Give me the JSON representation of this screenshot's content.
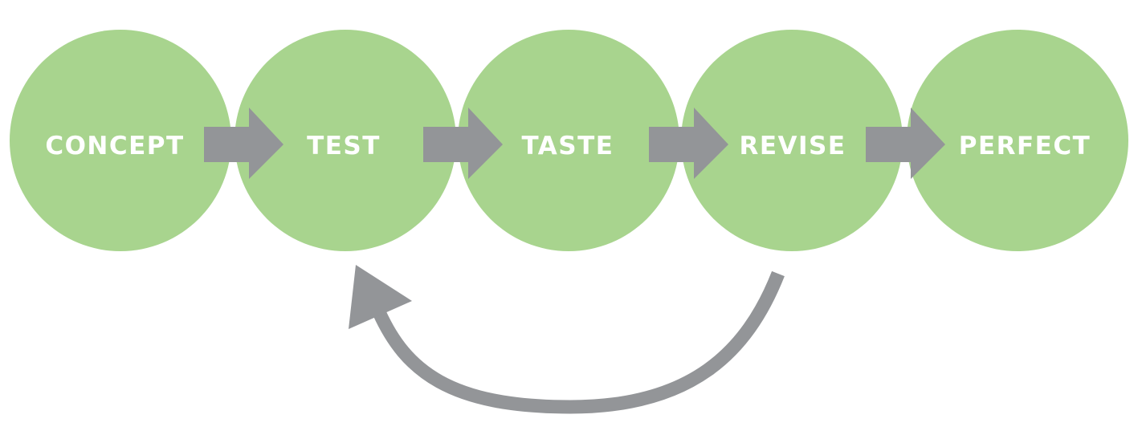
{
  "colors": {
    "circle_fill": "#a8d48e",
    "arrow_fill": "#939598",
    "label_text": "#ffffff",
    "background": "#ffffff"
  },
  "stages": [
    {
      "label": "CONCEPT"
    },
    {
      "label": "TEST"
    },
    {
      "label": "TASTE"
    },
    {
      "label": "REVISE"
    },
    {
      "label": "PERFECT"
    }
  ],
  "feedback_loop": {
    "from_stage": "REVISE",
    "to_stage": "TEST"
  }
}
